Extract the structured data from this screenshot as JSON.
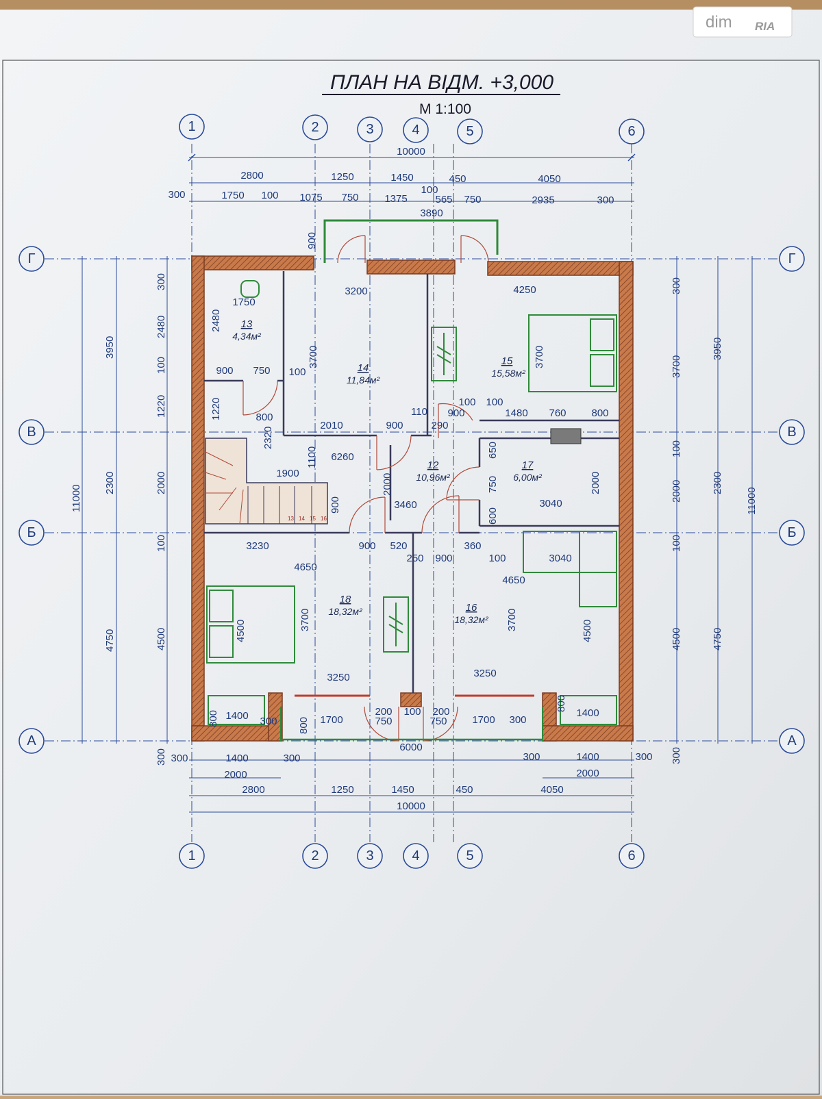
{
  "watermark": {
    "brand_a": "dim",
    "brand_b": "RIA"
  },
  "title": "ПЛАН НА ВІДМ. +3,000",
  "scale": "М 1:100",
  "axes": {
    "vertical": [
      "1",
      "2",
      "3",
      "4",
      "5",
      "6"
    ],
    "horizontal": [
      "Г",
      "В",
      "Б",
      "А"
    ]
  },
  "rooms": [
    {
      "number": "13",
      "area": "4,34м²"
    },
    {
      "number": "14",
      "area": "11,84м²"
    },
    {
      "number": "15",
      "area": "15,58м²"
    },
    {
      "number": "12",
      "area": "10,96м²"
    },
    {
      "number": "17",
      "area": "6,00м²"
    },
    {
      "number": "18",
      "area": "18,32м²"
    },
    {
      "number": "16",
      "area": "18,32м²"
    }
  ],
  "dims": {
    "top_total": "10000",
    "top_row2": [
      "2800",
      "1250",
      "1450",
      "450",
      "4050"
    ],
    "top_row2_extra": "100",
    "top_row3": [
      "300",
      "1750",
      "100",
      "1075",
      "750",
      "1375",
      "565",
      "750",
      "2935",
      "300"
    ],
    "balcony_width": "3890",
    "balcony_depth": "900",
    "bottom_total": "10000",
    "bottom_row1": [
      "2800",
      "1250",
      "1450",
      "450",
      "4050"
    ],
    "bottom_left": [
      "300",
      "1400",
      "300",
      "2000"
    ],
    "bottom_right": [
      "300",
      "1400",
      "300",
      "2000"
    ],
    "bottom_center": "6000",
    "left_outer": "11000",
    "left_mid": [
      "3950",
      "2300",
      "4750"
    ],
    "left_inner": [
      "300",
      "2480",
      "100",
      "1220",
      "2000",
      "100",
      "4500",
      "300"
    ],
    "right_outer": "11000",
    "right_mid": [
      "3950",
      "2300",
      "4750"
    ],
    "right_inner": [
      "300",
      "3700",
      "100",
      "2000",
      "100",
      "4500",
      "300"
    ],
    "room13": [
      "1750",
      "2480",
      "900",
      "750",
      "100",
      "800",
      "1220",
      "2320"
    ],
    "room14": [
      "3200",
      "3700",
      "2010",
      "900",
      "110",
      "290"
    ],
    "room15": [
      "4250",
      "3700",
      "900",
      "100",
      "100",
      "1480",
      "760",
      "800"
    ],
    "hall": [
      "6260",
      "1100",
      "1900",
      "2000",
      "3460",
      "900"
    ],
    "room17": [
      "650",
      "750",
      "600",
      "3040",
      "2000"
    ],
    "room18": [
      "3230",
      "900",
      "520",
      "4650",
      "3700",
      "4500",
      "3250"
    ],
    "room16": [
      "250",
      "900",
      "360",
      "100",
      "3040",
      "4650",
      "3700",
      "4500",
      "3250"
    ],
    "bottom_inner": [
      "800",
      "1400",
      "300",
      "800",
      "1700",
      "200",
      "750",
      "100",
      "200",
      "750",
      "1700",
      "300",
      "800",
      "1400"
    ],
    "stair_steps": [
      "13",
      "14",
      "15",
      "16"
    ]
  }
}
